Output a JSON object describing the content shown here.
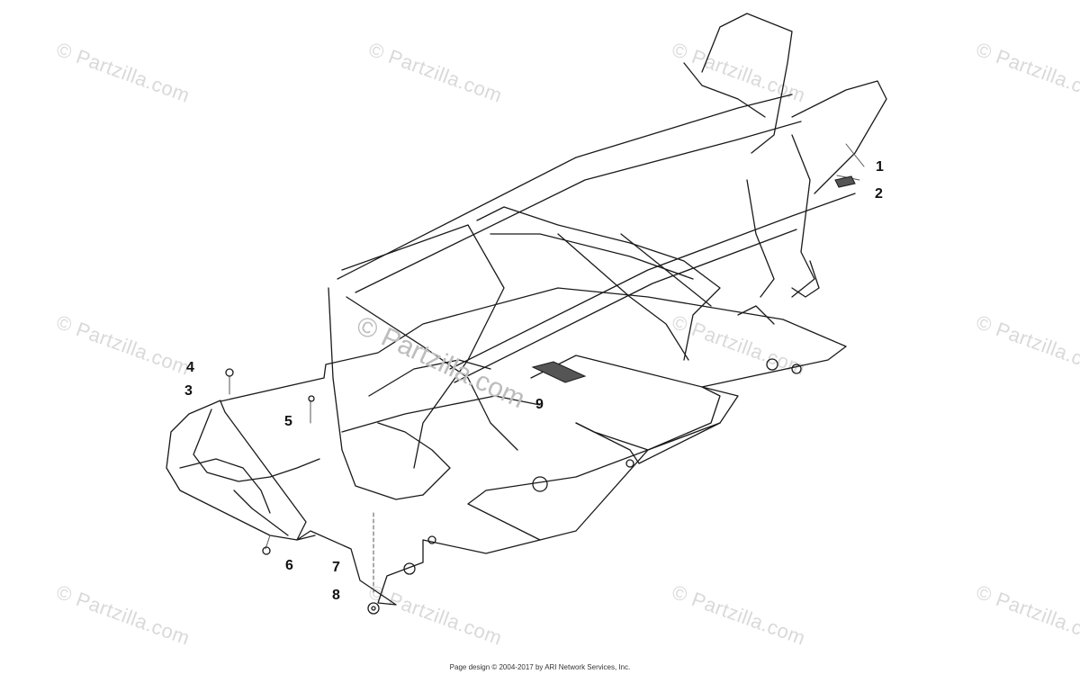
{
  "watermark": {
    "text": "© Partzilla.com",
    "center_text": "© Partzilla.com"
  },
  "callouts": [
    {
      "id": "1",
      "label": "1"
    },
    {
      "id": "2",
      "label": "2"
    },
    {
      "id": "3",
      "label": "3"
    },
    {
      "id": "4",
      "label": "4"
    },
    {
      "id": "5",
      "label": "5"
    },
    {
      "id": "6",
      "label": "6"
    },
    {
      "id": "7",
      "label": "7"
    },
    {
      "id": "8",
      "label": "8"
    },
    {
      "id": "9",
      "label": "9"
    }
  ],
  "footer": {
    "text": "Page design © 2004-2017 by ARI Network Services, Inc."
  }
}
